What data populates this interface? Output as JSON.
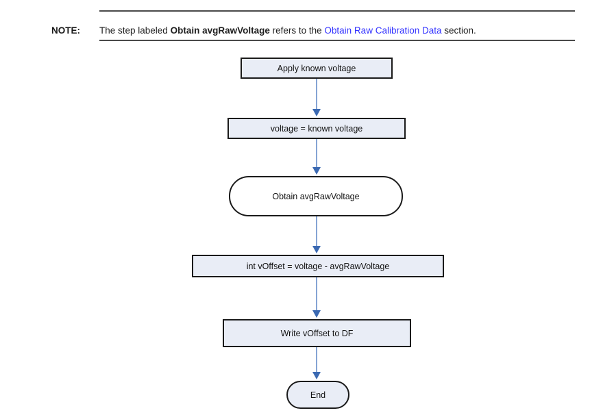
{
  "note": {
    "label": "NOTE:",
    "text_before": "The step labeled ",
    "bold_text": "Obtain avgRawVoltage",
    "text_middle": " refers to the ",
    "link_text": "Obtain Raw Calibration Data",
    "text_after": " section."
  },
  "flowchart": {
    "type": "flowchart",
    "direction": "top-to-bottom",
    "nodes": [
      {
        "id": "apply",
        "shape": "rect",
        "label": "Apply known voltage"
      },
      {
        "id": "voltage",
        "shape": "rect",
        "label": "voltage = known voltage"
      },
      {
        "id": "obtain",
        "shape": "rounded",
        "label": "Obtain avgRawVoltage"
      },
      {
        "id": "voffset",
        "shape": "rect",
        "label": "int vOffset = voltage - avgRawVoltage"
      },
      {
        "id": "write",
        "shape": "rect",
        "label": "Write vOffset to DF"
      },
      {
        "id": "end",
        "shape": "terminator",
        "label": "End"
      }
    ],
    "edges": [
      {
        "from": "apply",
        "to": "voltage"
      },
      {
        "from": "voltage",
        "to": "obtain"
      },
      {
        "from": "obtain",
        "to": "voffset"
      },
      {
        "from": "voffset",
        "to": "write"
      },
      {
        "from": "write",
        "to": "end"
      }
    ]
  },
  "colors": {
    "node_fill": "#e9edf6",
    "process_fill": "#ffffff",
    "node_border": "#1a1a1a",
    "arrow_line": "#85a4d4",
    "arrow_head": "#3b69b2",
    "link": "#3333ff",
    "rule": "#4a4a4a"
  }
}
